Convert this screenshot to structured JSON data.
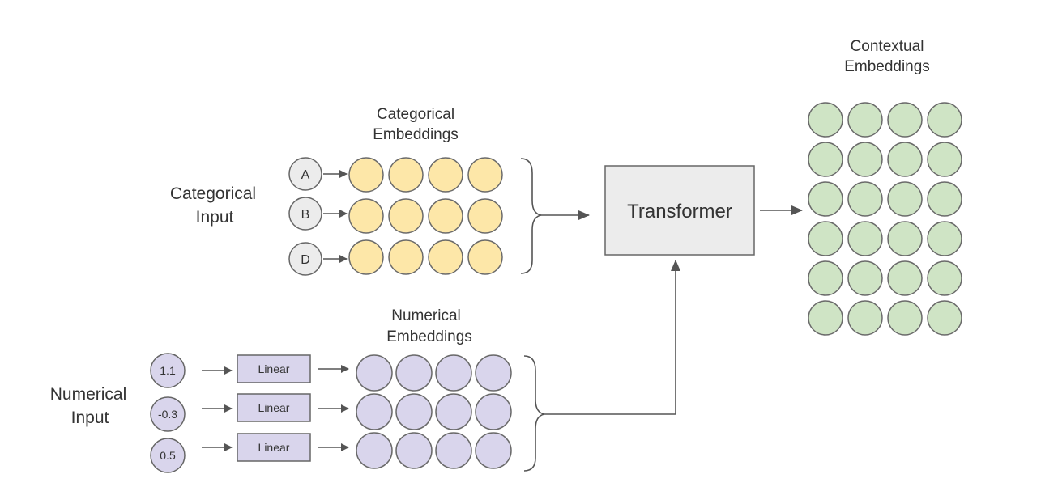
{
  "categorical_input": {
    "label_line1": "Categorical",
    "label_line2": "Input",
    "values": [
      "A",
      "B",
      "D"
    ]
  },
  "categorical_embeddings": {
    "label_line1": "Categorical",
    "label_line2": "Embeddings"
  },
  "numerical_input": {
    "label_line1": "Numerical",
    "label_line2": "Input",
    "values": [
      "1.1",
      "-0.3",
      "0.5"
    ]
  },
  "linear": {
    "label": "Linear"
  },
  "numerical_embeddings": {
    "label_line1": "Numerical",
    "label_line2": "Embeddings"
  },
  "transformer": {
    "label": "Transformer"
  },
  "contextual_embeddings": {
    "label_line1": "Contextual",
    "label_line2": "Embeddings"
  },
  "colors": {
    "categorical": "#fde7a8",
    "numerical": "#d9d5ec",
    "contextual": "#cfe4c5",
    "input_node": "#ececec",
    "transformer": "#ececec",
    "stroke": "#555555"
  }
}
